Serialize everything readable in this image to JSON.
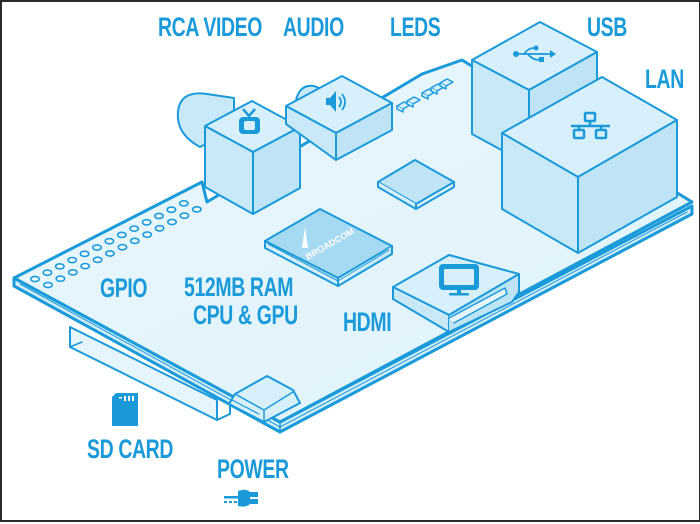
{
  "diagram": {
    "subject": "Raspberry Pi board",
    "colors": {
      "line": "#1a9ad9",
      "board_fill": "#e6f5fc",
      "component_fill": "#c9e9f8",
      "component_top": "#d8f0fb",
      "icon": "#1a9ad9",
      "chip_logo_text": "#ffffff",
      "border": "#2a2a2a"
    },
    "labels": {
      "rca_video": "RCA VIDEO",
      "audio": "AUDIO",
      "leds": "LEDS",
      "usb": "USB",
      "lan": "LAN",
      "gpio": "GPIO",
      "ram_line1": "512MB RAM",
      "ram_line2": "CPU & GPU",
      "hdmi": "HDMI",
      "sd_card": "SD CARD",
      "power": "POWER"
    },
    "chip_logo": "BROADCOM",
    "icons": {
      "rca_video": "tv-icon",
      "audio": "speaker-icon",
      "usb": "usb-icon",
      "lan": "network-icon",
      "hdmi": "monitor-icon",
      "sd_card": "sd-card-icon",
      "power": "power-plug-icon"
    }
  }
}
